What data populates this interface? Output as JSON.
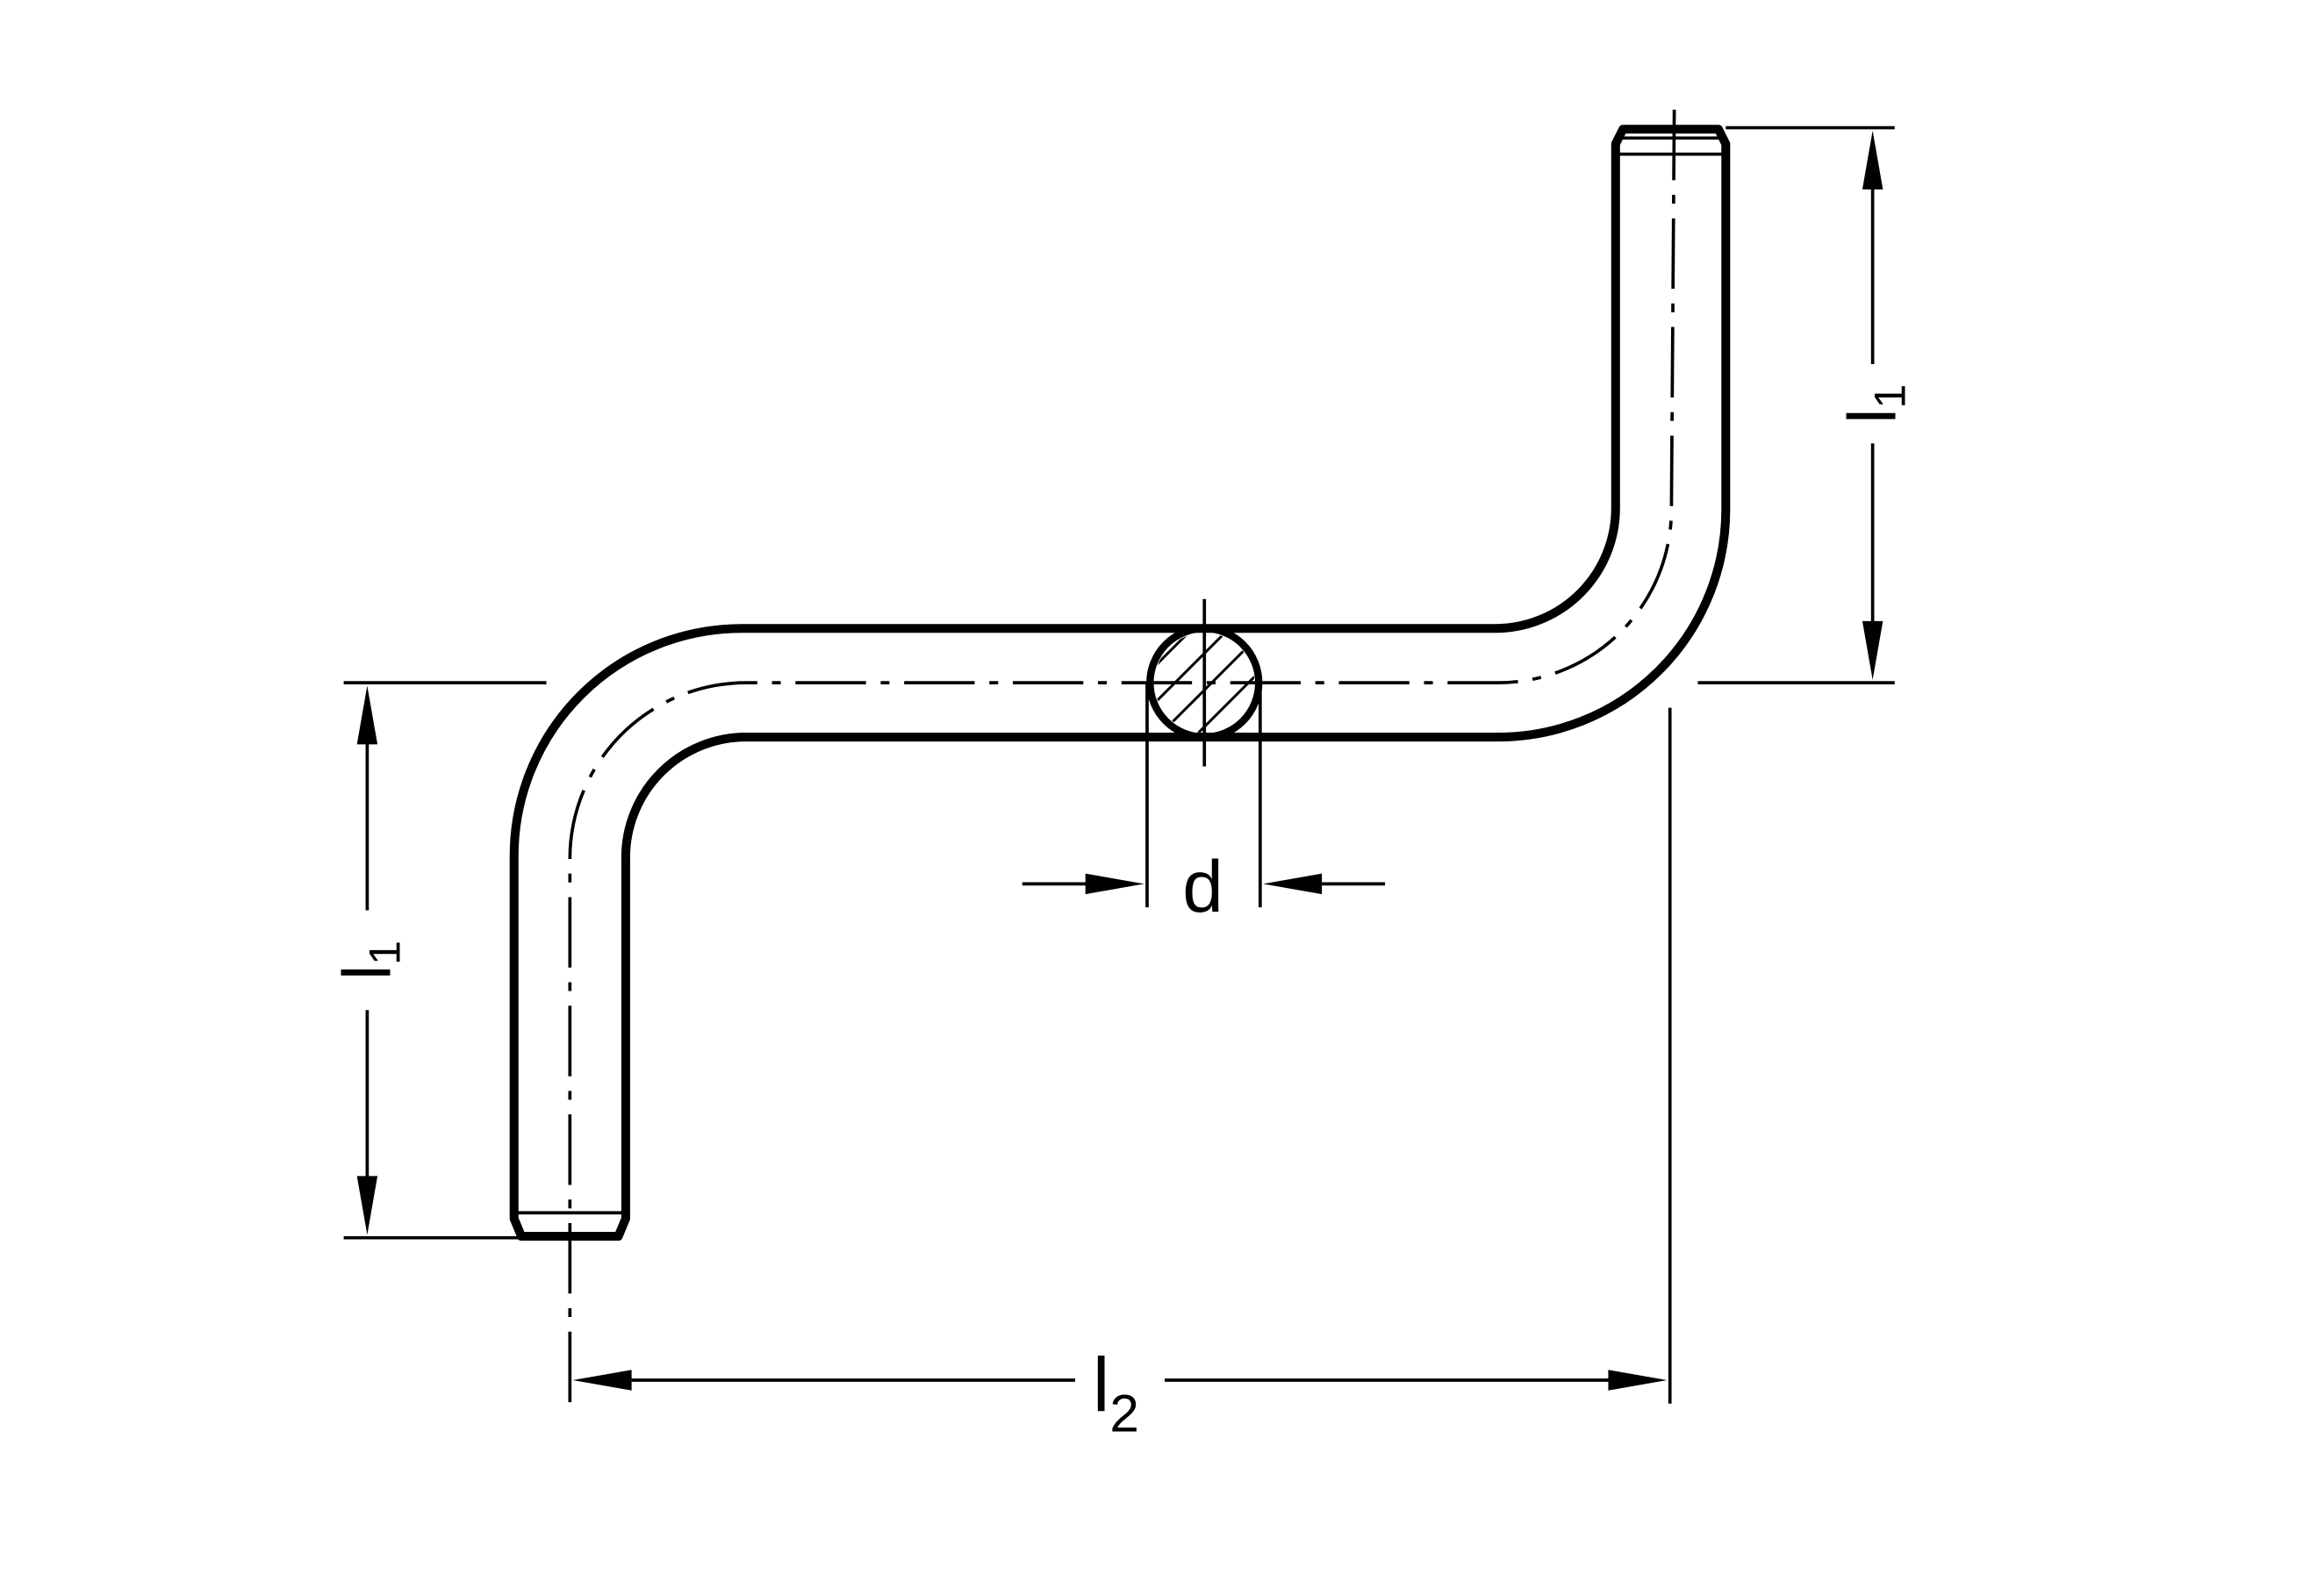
{
  "diagram": {
    "labels": {
      "diameter": "d",
      "leg_length_left": "l",
      "leg_length_left_sub": "1",
      "leg_length_right": "l",
      "leg_length_right_sub": "1",
      "offset_length": "l",
      "offset_length_sub": "2"
    },
    "colors": {
      "stroke": "#000000",
      "background": "#ffffff"
    }
  }
}
